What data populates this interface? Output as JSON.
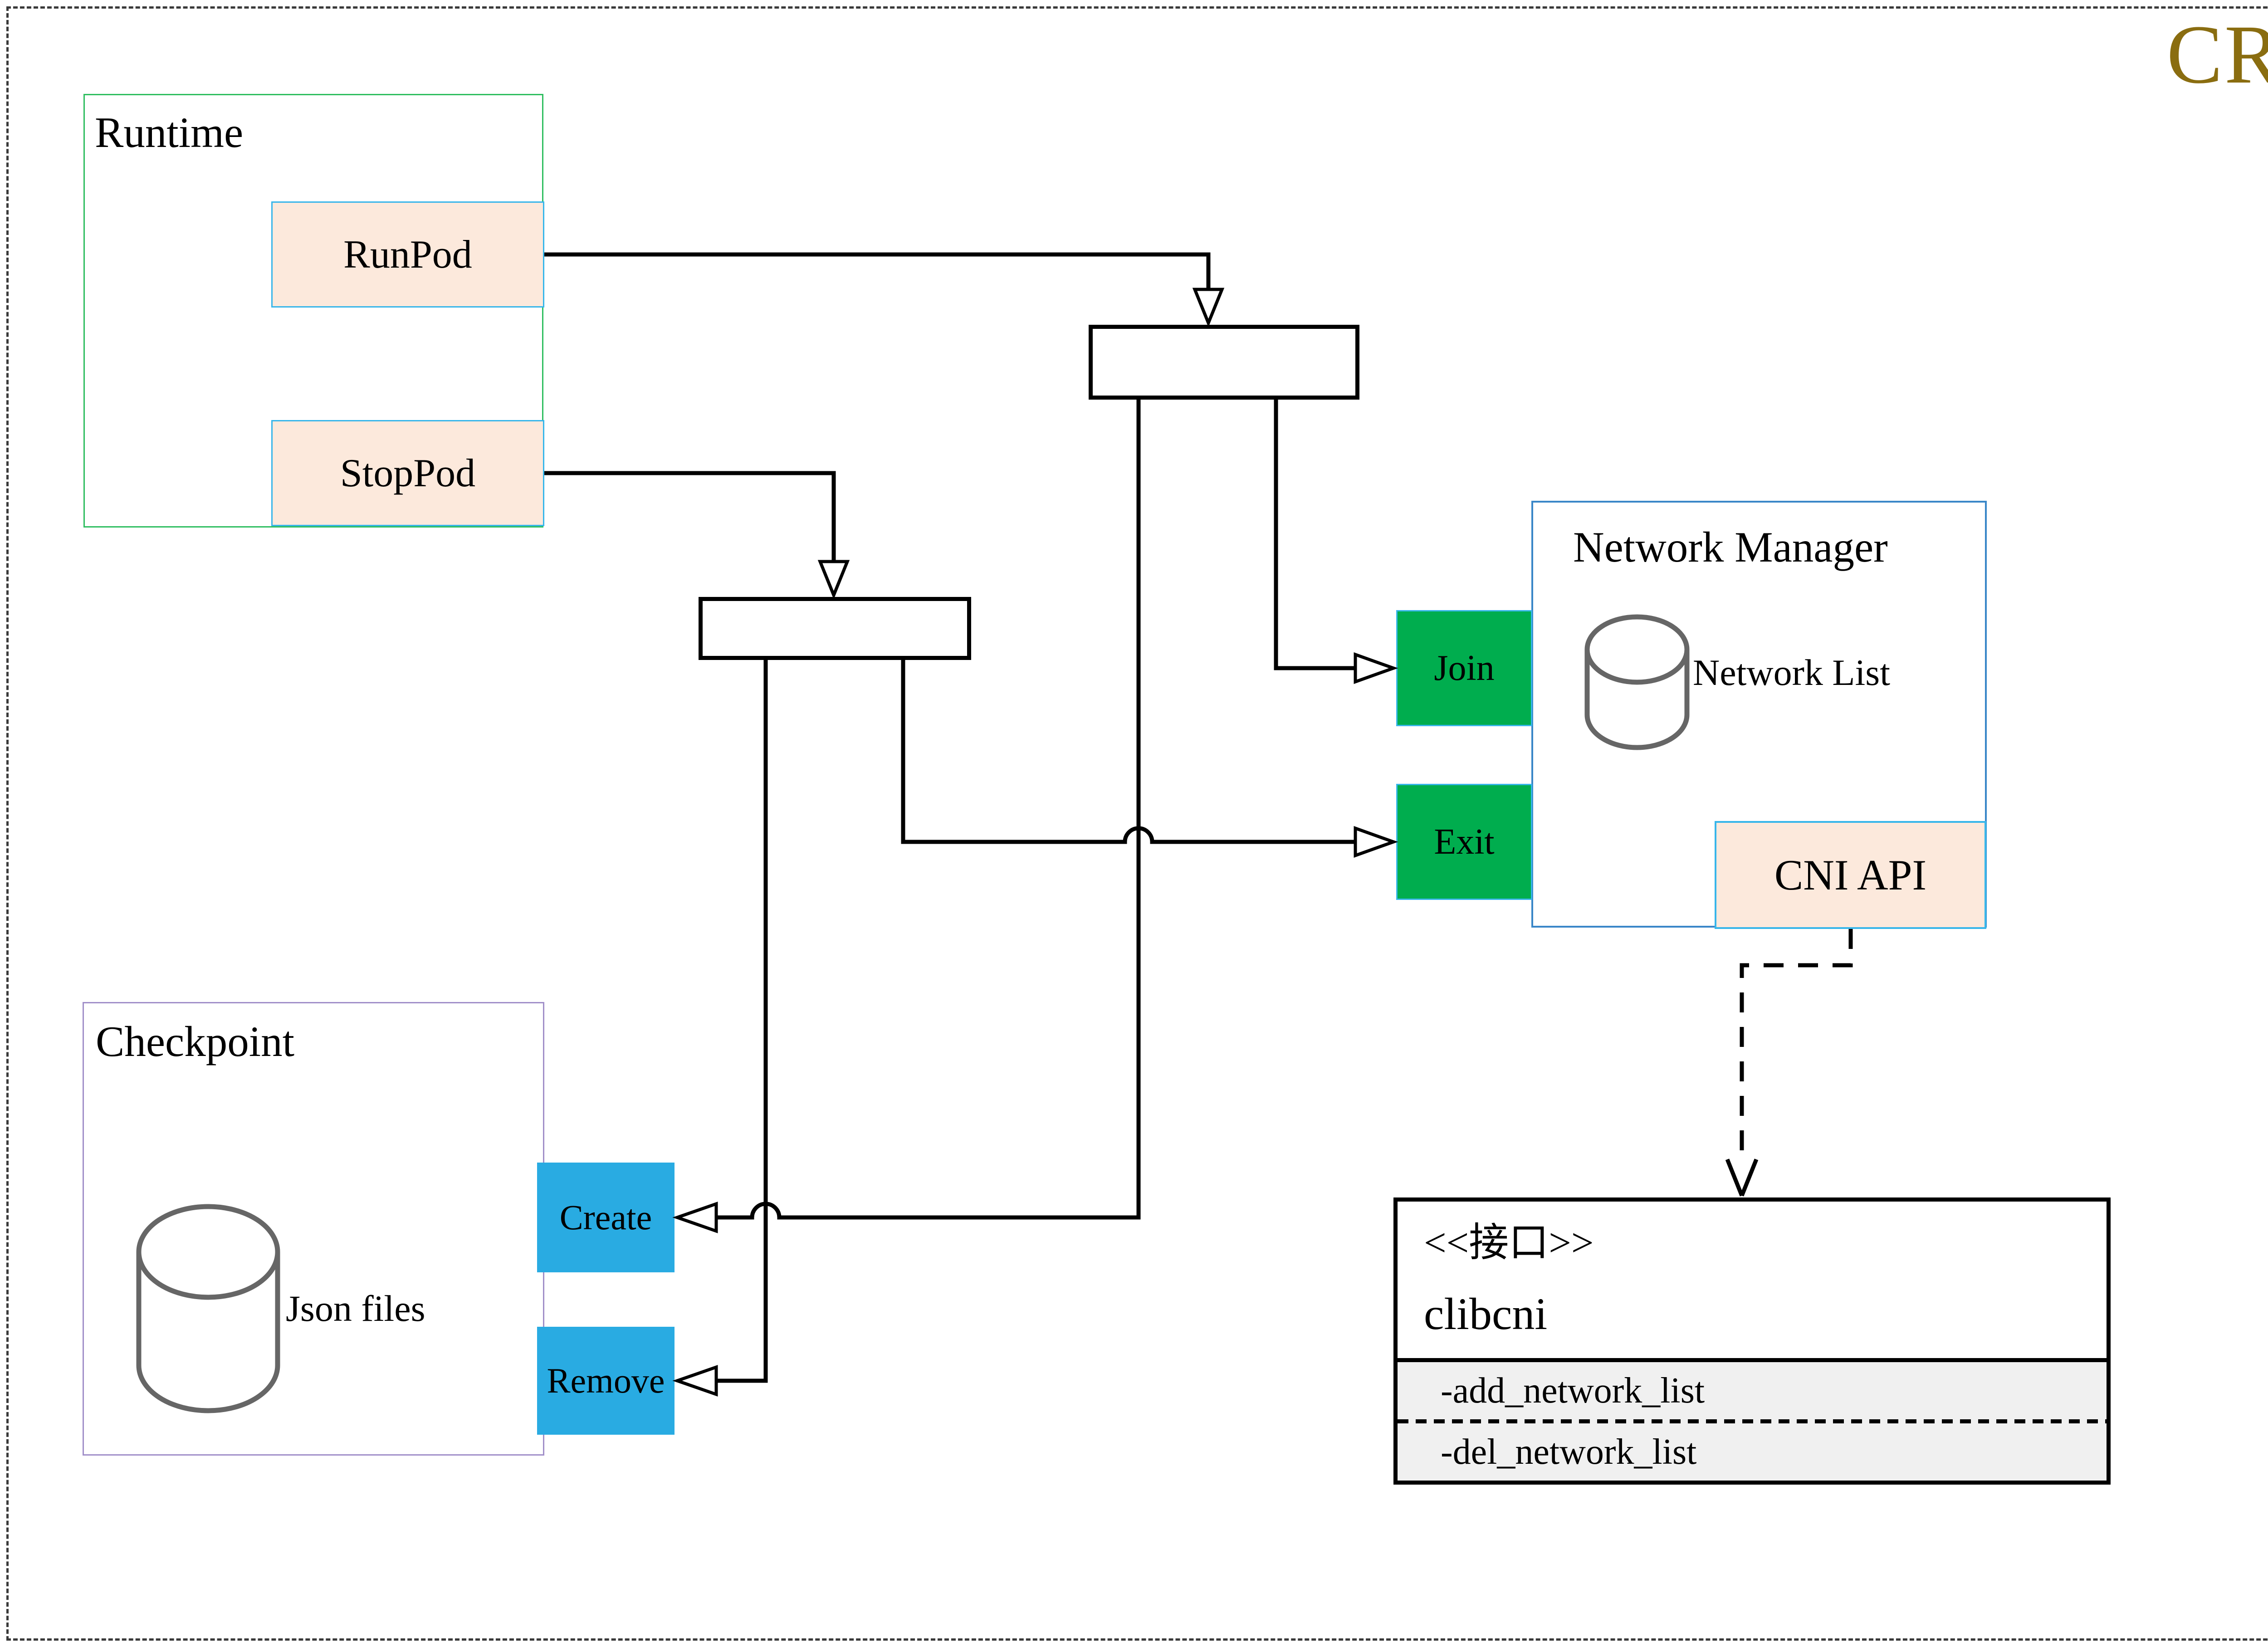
{
  "page": {
    "badge": "CRI"
  },
  "runtime": {
    "title": "Runtime",
    "buttons": [
      {
        "label": "RunPod"
      },
      {
        "label": "StopPod"
      }
    ]
  },
  "network_manager": {
    "title": "Network Manager",
    "datastore_label": "Network List",
    "buttons": [
      {
        "label": "Join"
      },
      {
        "label": "Exit"
      }
    ],
    "api_label": "CNI API"
  },
  "checkpoint": {
    "title": "Checkpoint",
    "datastore_label": "Json files",
    "buttons": [
      {
        "label": "Create"
      },
      {
        "label": "Remove"
      }
    ]
  },
  "clibcni": {
    "stereotype": "<<接口>>",
    "name": "clibcni",
    "methods": [
      "-add_network_list",
      "-del_network_list"
    ]
  },
  "colors": {
    "title_gold": "#8a6d10",
    "runtime_border_green": "#2fbe60",
    "peach_fill": "#fce9dc",
    "cyan_border": "#38b6ea",
    "green_fill": "#00ad4e",
    "blue_fill": "#29abe2",
    "network_manager_border": "#3a87c8",
    "checkpoint_border": "#a18fc9",
    "uml_section_gray": "#f0f0f0",
    "connector_black": "#000000",
    "cylinder_gray": "#666666"
  }
}
